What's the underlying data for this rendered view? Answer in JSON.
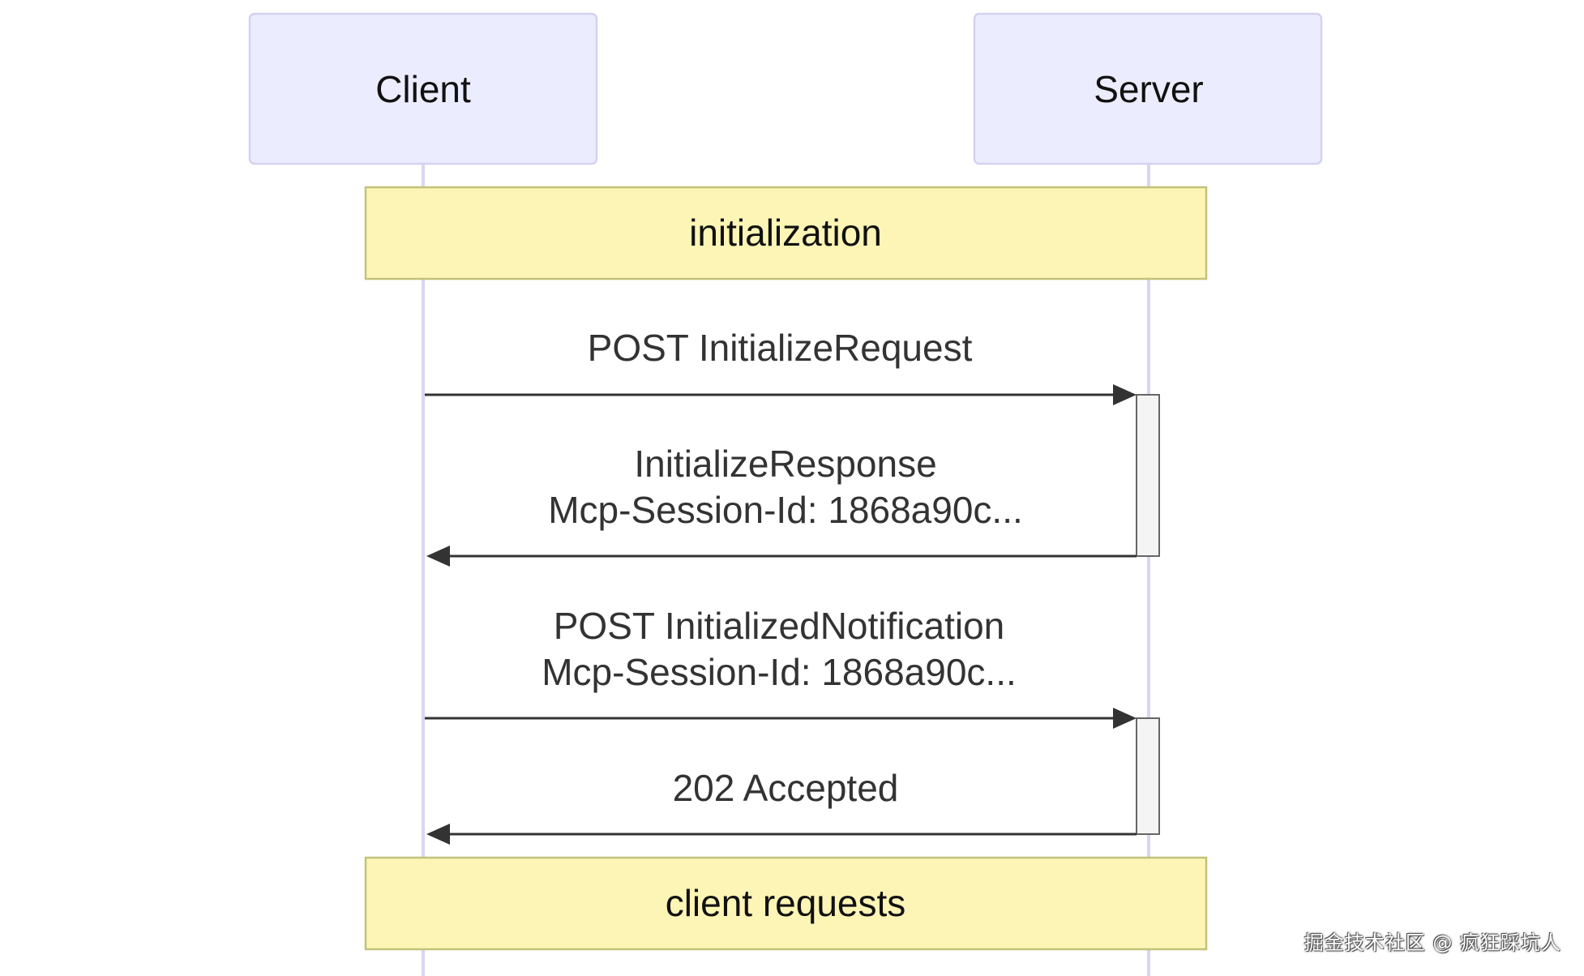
{
  "participants": [
    {
      "id": "client",
      "label": "Client"
    },
    {
      "id": "server",
      "label": "Server"
    }
  ],
  "notes": [
    {
      "id": "initialization",
      "text": "initialization"
    },
    {
      "id": "client-requests",
      "text": "client requests"
    }
  ],
  "messages": [
    {
      "from": "client",
      "to": "server",
      "lines": [
        "POST InitializeRequest"
      ]
    },
    {
      "from": "server",
      "to": "client",
      "lines": [
        "InitializeResponse",
        "Mcp-Session-Id: 1868a90c..."
      ]
    },
    {
      "from": "client",
      "to": "server",
      "lines": [
        "POST InitializedNotification",
        "Mcp-Session-Id: 1868a90c..."
      ]
    },
    {
      "from": "server",
      "to": "client",
      "lines": [
        "202 Accepted"
      ]
    }
  ],
  "watermark": "掘金技术社区 @ 疯狂踩坑人"
}
